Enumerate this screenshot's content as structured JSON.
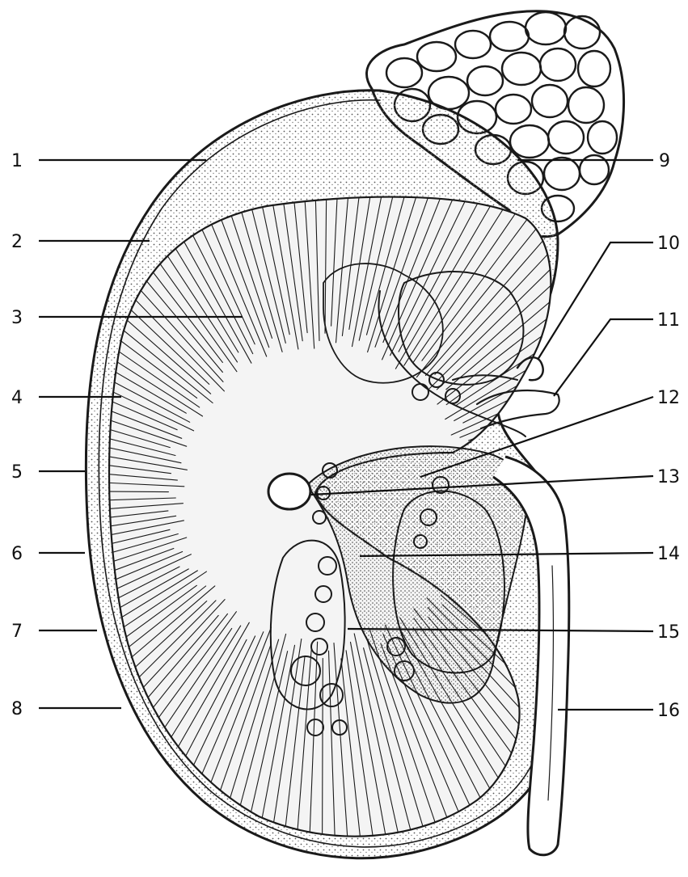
{
  "figure": {
    "labels_left": [
      "1",
      "2",
      "3",
      "4",
      "5",
      "6",
      "7",
      "8"
    ],
    "labels_right": [
      "9",
      "10",
      "11",
      "12",
      "13",
      "14",
      "15",
      "16"
    ]
  },
  "colors": {
    "ink": "#1a1a1a",
    "paper": "#ffffff",
    "stipple": "#555555"
  }
}
